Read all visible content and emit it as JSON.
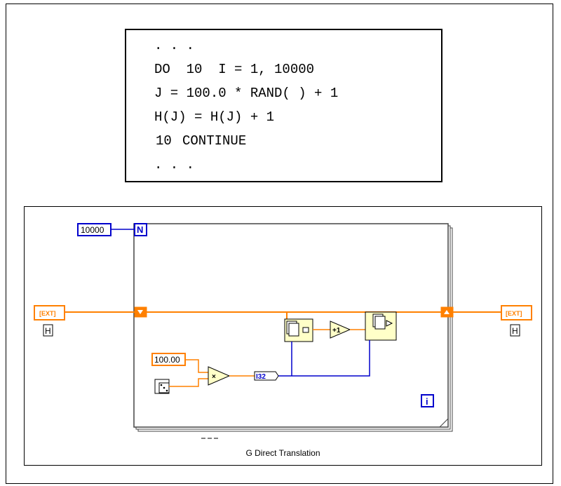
{
  "code": {
    "lines": [
      {
        "label": "",
        "text": ". . ."
      },
      {
        "label": "",
        "text": "DO  10  I = 1, 10000"
      },
      {
        "label": "",
        "text": "J = 100.0 * RAND( ) + 1"
      },
      {
        "label": "",
        "text": "H(J) = H(J) + 1"
      },
      {
        "label": "10",
        "text": "CONTINUE"
      },
      {
        "label": "",
        "text": ". . ."
      }
    ]
  },
  "diagram": {
    "count_constant": "10000",
    "count_terminal": "N",
    "iteration_terminal": "i",
    "multiplier_constant": "100.00",
    "input_array": {
      "type_label": "[EXT]",
      "name": "H"
    },
    "output_array": {
      "type_label": "[EXT]",
      "name": "H"
    },
    "convert_label": "I32",
    "increment_label": "+1",
    "multiply_label": "×",
    "colors": {
      "wire_orange": "#ff8000",
      "wire_blue": "#0000cc",
      "node_fill": "#ffffc8",
      "loop_border": "#444444"
    }
  },
  "caption": "G Direct Translation"
}
